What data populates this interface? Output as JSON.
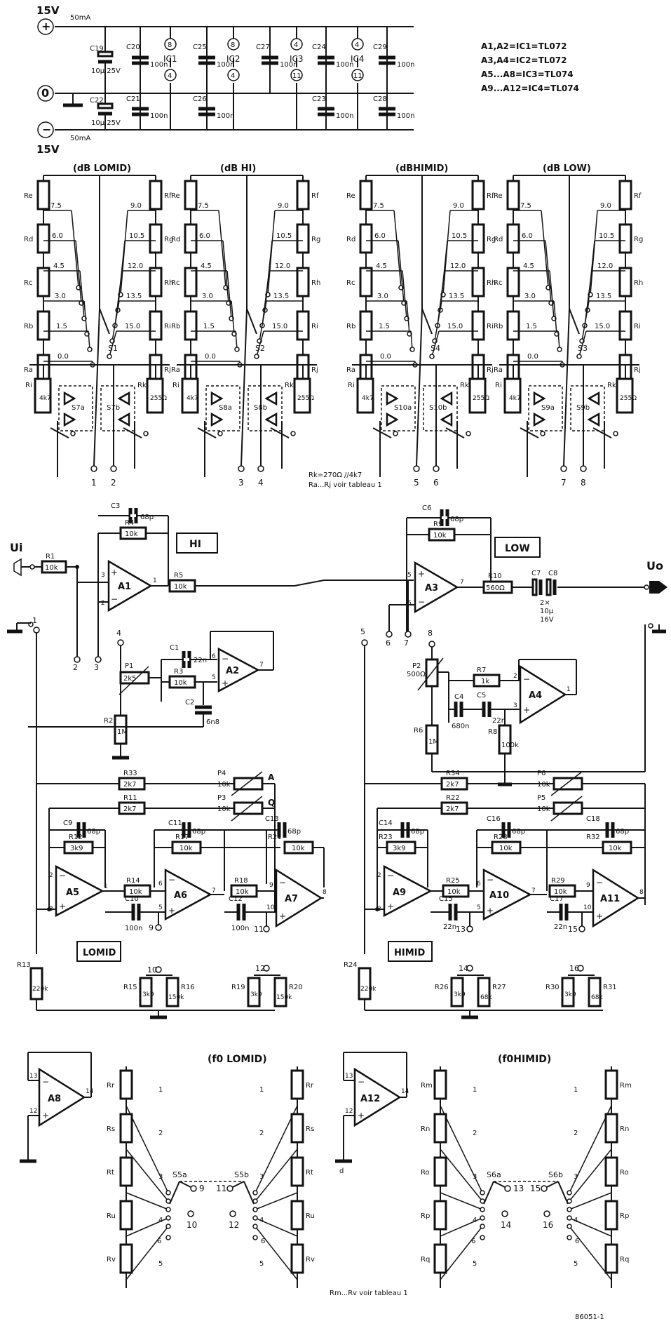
{
  "supply": {
    "pos_label": "15V",
    "neg_label": "15V",
    "pos_current": "50mA",
    "neg_current": "50mA",
    "c19": "C19",
    "c19_value": "10µ 25V",
    "c22": "C22",
    "c22_value": "10µ 25V",
    "c20": "C20",
    "c21": "C21",
    "c25": "C25",
    "c26": "C26",
    "c27": "C27",
    "c24": "C24",
    "c23": "C23",
    "c29": "C29",
    "c28": "C28",
    "cap_value": "100n",
    "ics": [
      {
        "name": "IC1",
        "top": "8",
        "bottom": "4"
      },
      {
        "name": "IC2",
        "top": "8",
        "bottom": "4"
      },
      {
        "name": "IC3",
        "top": "4",
        "bottom": "11"
      },
      {
        "name": "IC4",
        "top": "4",
        "bottom": "11"
      }
    ]
  },
  "ic_table": [
    "A1,A2=IC1=TL072",
    "A3,A4=IC2=TL072",
    "A5...A8=IC3=TL074",
    "A9...A12=IC4=TL074"
  ],
  "ladder_titles": [
    "(dB LOMID)",
    "(dB HI)",
    "(dBHIMID)",
    "(dB LOW)"
  ],
  "left_taps": [
    "7.5",
    "6.0",
    "4.5",
    "3.0",
    "1.5",
    "0.0"
  ],
  "right_taps": [
    "9.0",
    "10.5",
    "12.0",
    "13.5",
    "15.0"
  ],
  "left_res": [
    "Re",
    "Rd",
    "Rc",
    "Rb",
    "Ra"
  ],
  "right_res": [
    "Rf",
    "Rg",
    "Rh",
    "Ri",
    "Rj"
  ],
  "ri_label": "Ri",
  "ri_value": "4k7",
  "rk_label": "Rk",
  "rk_value": "255Ω",
  "switch_names": [
    "S1",
    "S2",
    "S4",
    "S3"
  ],
  "sub_switches": [
    "S7a",
    "S7b",
    "S8a",
    "S8b",
    "S10a",
    "S10b",
    "S9a",
    "S9b"
  ],
  "ladder_terminals": [
    "1",
    "2",
    "3",
    "4",
    "5",
    "6",
    "7",
    "8"
  ],
  "ladder_note_1": "Rk=270Ω //4k7",
  "ladder_note_2": "Ra...Rj voir tableau 1",
  "main": {
    "ui": "Ui",
    "uo": "Uo",
    "hi_label": "HI",
    "low_label": "LOW",
    "r1": "R1",
    "r1_v": "10k",
    "r4": "R4",
    "r4_v": "10k",
    "r5": "R5",
    "r5_v": "10k",
    "c3": "C3",
    "c3_v": "68p",
    "a1": "A1",
    "a2": "A2",
    "a3": "A3",
    "a4": "A4",
    "p1": "P1",
    "p1_v": "2k5",
    "c1": "C1",
    "c1_v": "22n",
    "r3": "R3",
    "r3_v": "10k",
    "r2": "R2",
    "r2_v": "1M",
    "c2": "C2",
    "c2_v": "6n8",
    "c6": "C6",
    "c6_v": "68p",
    "r9": "R9",
    "r9_v": "10k",
    "r10": "R10",
    "r10_v": "560Ω",
    "c7": "C7",
    "c8": "C8",
    "c78_v1": "2×",
    "c78_v2": "10µ",
    "c78_v3": "16V",
    "p2": "P2",
    "p2_v": "500Ω",
    "r7": "R7",
    "r7_v": "1k",
    "c4": "C4",
    "c4_v": "680n",
    "c5": "C5",
    "c5_v": "22n",
    "r6": "R6",
    "r6_v": "1M",
    "r8": "R8",
    "r8_v": "100k"
  },
  "lomid": {
    "r33": "R33",
    "r33_v": "2k7",
    "p4": "P4",
    "p4_v": "10k",
    "a_label": "A",
    "r11": "R11",
    "r11_v": "2k7",
    "p3": "P3",
    "p3_v": "10k",
    "q_label": "Q",
    "c9": "C9",
    "c11": "C11",
    "c13": "C13",
    "c_v": "68p",
    "r12": "R12",
    "r12_v": "3k9",
    "r17": "R17",
    "r17_v": "10k",
    "r21": "R21",
    "r21_v": "10k",
    "r14": "R14",
    "r14_v": "10k",
    "r18": "R18",
    "r18_v": "10k",
    "c10": "C10",
    "c10_v": "100n",
    "c12": "C12",
    "c12_v": "100n",
    "a5": "A5",
    "a6": "A6",
    "a7": "A7",
    "label": "LOMID",
    "r13": "R13",
    "r13_v": "220k",
    "r15": "R15",
    "r15_v": "3k9",
    "r16": "R16",
    "r16_v": "150k",
    "r19": "R19",
    "r19_v": "3k9",
    "r20": "R20",
    "r20_v": "150k"
  },
  "himid": {
    "r34": "R34",
    "r34_v": "2k7",
    "p6": "P6",
    "p6_v": "10k",
    "r22": "R22",
    "r22_v": "2k7",
    "p5": "P5",
    "p5_v": "10k",
    "c14": "C14",
    "c16": "C16",
    "c18": "C18",
    "c_v": "68p",
    "r23": "R23",
    "r23_v": "3k9",
    "r28": "R28",
    "r28_v": "10k",
    "r32": "R32",
    "r32_v": "10k",
    "r25": "R25",
    "r25_v": "10k",
    "r29": "R29",
    "r29_v": "10k",
    "c15": "C15",
    "c15_v": "22n",
    "c17": "C17",
    "c17_v": "22n",
    "a9": "A9",
    "a10": "A10",
    "a11": "A11",
    "label": "HIMID",
    "r24": "R24",
    "r24_v": "220k",
    "r26": "R26",
    "r26_v": "3k9",
    "r27": "R27",
    "r27_v": "68k",
    "r30": "R30",
    "r30_v": "3k9",
    "r31": "R31",
    "r31_v": "68k"
  },
  "bottom": {
    "lomid_title": "(f0 LOMID)",
    "himid_title": "(f0HIMID)",
    "a8": "A8",
    "a12": "A12",
    "pin13": "13",
    "pin12": "12",
    "pin14": "14",
    "gnd_d": "d",
    "lomid_res": [
      "Rr",
      "Rs",
      "Rt",
      "Ru",
      "Rv"
    ],
    "himid_res": [
      "Rm",
      "Rn",
      "Ro",
      "Rp",
      "Rq"
    ],
    "sw_pos": [
      "1",
      "2",
      "3",
      "4",
      "5",
      "6"
    ],
    "s5a": "S5a",
    "s5b": "S5b",
    "s6a": "S6a",
    "s6b": "S6b",
    "note": "Rm...Rv voir tableau 1",
    "ref": "86051-1"
  },
  "node_labels": {
    "n9": "9",
    "n10": "10",
    "n11": "11",
    "n12": "12",
    "n13": "13",
    "n14": "14",
    "n15": "15",
    "n16": "16"
  }
}
